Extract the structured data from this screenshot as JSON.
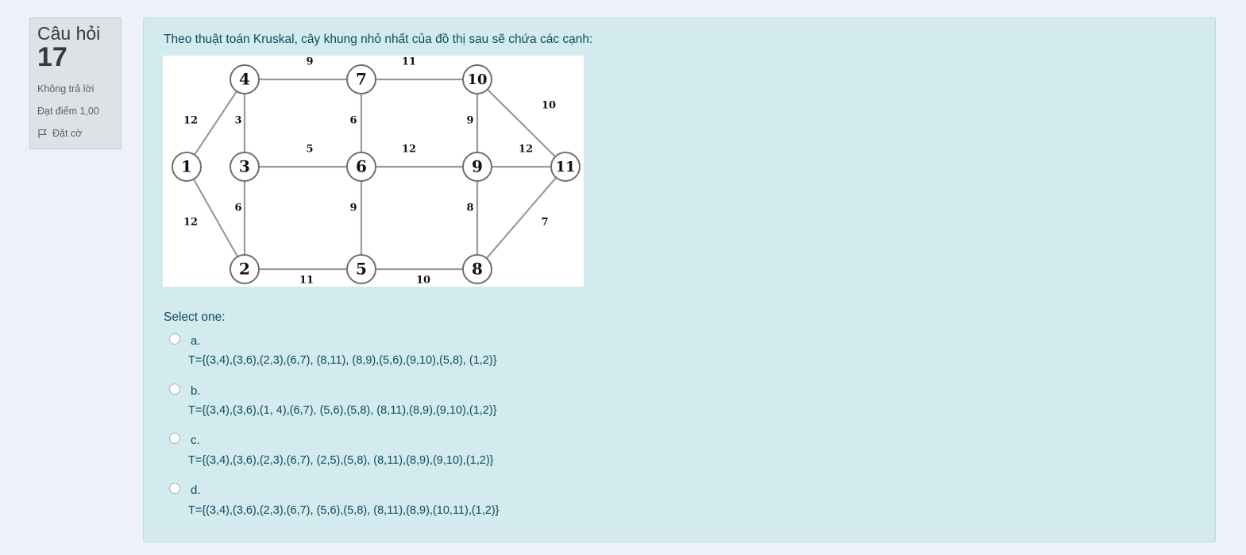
{
  "question": {
    "label": "Câu hỏi",
    "number": "17",
    "state": "Không trả lời",
    "grade": "Đạt điểm 1,00",
    "flag_label": "Đặt cờ",
    "flag_icon": "flag-outline-icon"
  },
  "content": {
    "question_text": "Theo thuật toán Kruskal, cây khung nhỏ nhất của đồ thị sau sẽ chứa các cạnh:",
    "prompt": "Select one:",
    "options": [
      {
        "letter": "a.",
        "text": "T={(3,4),(3,6),(2,3),(6,7), (8,11), (8,9),(5,6),(9,10),(5,8), (1,2)}"
      },
      {
        "letter": "b.",
        "text": "T={(3,4),(3,6),(1, 4),(6,7), (5,6),(5,8), (8,11),(8,9),(9,10),(1,2)}"
      },
      {
        "letter": "c.",
        "text": "T={(3,4),(3,6),(2,3),(6,7), (2,5),(5,8), (8,11),(8,9),(9,10),(1,2)}"
      },
      {
        "letter": "d.",
        "text": "T={(3,4),(3,6),(2,3),(6,7), (5,6),(5,8), (8,11),(8,9),(10,11),(1,2)}"
      }
    ]
  },
  "graph": {
    "nodes": [
      "1",
      "2",
      "3",
      "4",
      "5",
      "6",
      "7",
      "8",
      "9",
      "10",
      "11"
    ],
    "edges": [
      {
        "from": "1",
        "to": "4",
        "weight": "12"
      },
      {
        "from": "1",
        "to": "2",
        "weight": "12"
      },
      {
        "from": "4",
        "to": "7",
        "weight": "9"
      },
      {
        "from": "7",
        "to": "10",
        "weight": "11"
      },
      {
        "from": "10",
        "to": "11",
        "weight": "10"
      },
      {
        "from": "4",
        "to": "3",
        "weight": "3"
      },
      {
        "from": "7",
        "to": "6",
        "weight": "6"
      },
      {
        "from": "10",
        "to": "9",
        "weight": "9"
      },
      {
        "from": "3",
        "to": "6",
        "weight": "5"
      },
      {
        "from": "6",
        "to": "9",
        "weight": "12"
      },
      {
        "from": "9",
        "to": "11",
        "weight": "12"
      },
      {
        "from": "3",
        "to": "2",
        "weight": "6"
      },
      {
        "from": "6",
        "to": "5",
        "weight": "9"
      },
      {
        "from": "9",
        "to": "8",
        "weight": "8"
      },
      {
        "from": "11",
        "to": "8",
        "weight": "7"
      },
      {
        "from": "2",
        "to": "5",
        "weight": "11"
      },
      {
        "from": "5",
        "to": "8",
        "weight": "10"
      }
    ]
  }
}
